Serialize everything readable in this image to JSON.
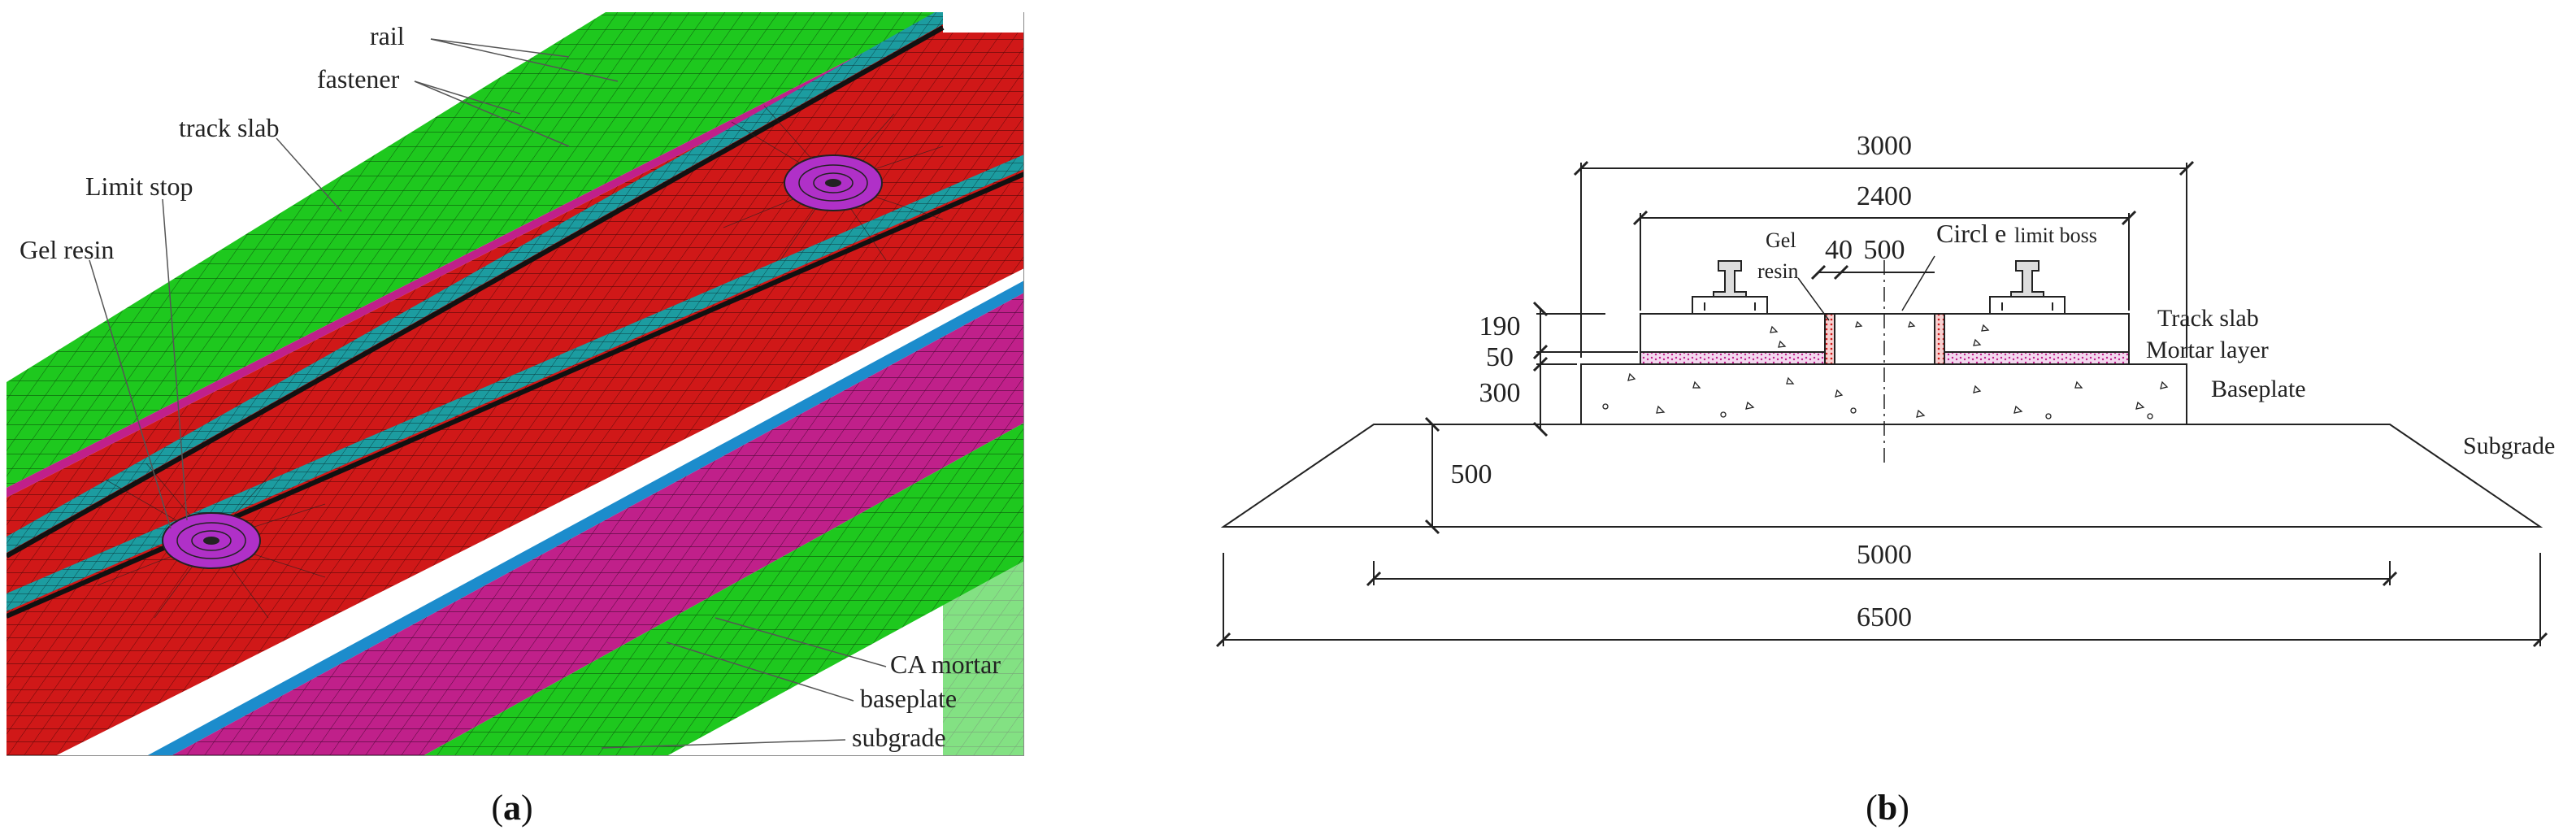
{
  "panel_a": {
    "caption": "a",
    "labels": {
      "rail": "rail",
      "fastener": "fastener",
      "track_slab": "track slab",
      "limit_stop": "Limit stop",
      "gel_resin": "Gel resin",
      "ca_mortar": "CA mortar",
      "baseplate": "baseplate",
      "subgrade": "subgrade"
    },
    "colors": {
      "subgrade": "#1ec81e",
      "track_slab": "#d01818",
      "ca_mortar": "#c0208a",
      "rail": "#1c9ca0",
      "limit_stop": "#b030c8",
      "mesh": "#202020"
    }
  },
  "panel_b": {
    "caption": "b",
    "dimensions": {
      "d3000": "3000",
      "d2400": "2400",
      "d40": "40",
      "d500_top": "500",
      "d190": "190",
      "d50": "50",
      "d300": "300",
      "d500_left": "500",
      "d5000": "5000",
      "d6500": "6500"
    },
    "labels": {
      "gel": "Gel",
      "resin": "resin",
      "circle": "Circl e",
      "limit_boss": "limit boss",
      "track_slab": "Track slab",
      "mortar_layer": "Mortar layer",
      "baseplate": "Baseplate",
      "subgrade": "Subgrade"
    }
  }
}
